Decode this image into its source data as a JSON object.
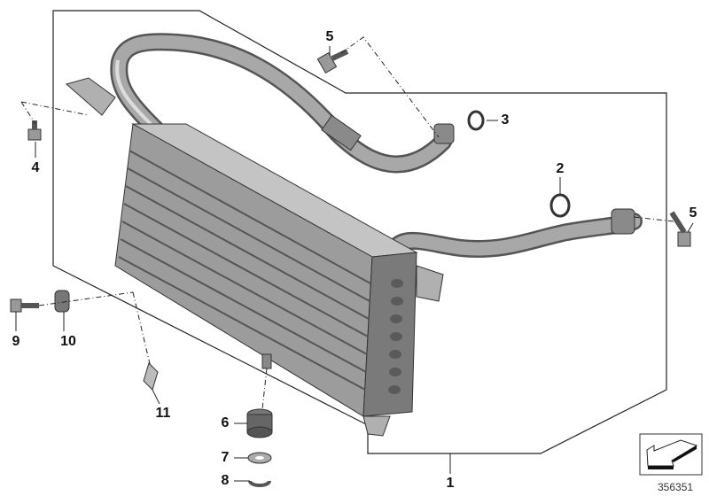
{
  "callouts": [
    {
      "id": "1",
      "text": "1"
    },
    {
      "id": "2",
      "text": "2"
    },
    {
      "id": "3",
      "text": "3"
    },
    {
      "id": "4",
      "text": "4"
    },
    {
      "id": "5a",
      "text": "5"
    },
    {
      "id": "5b",
      "text": "5"
    },
    {
      "id": "6",
      "text": "6"
    },
    {
      "id": "7",
      "text": "7"
    },
    {
      "id": "8",
      "text": "8"
    },
    {
      "id": "9",
      "text": "9"
    },
    {
      "id": "10",
      "text": "10"
    },
    {
      "id": "11",
      "text": "11"
    }
  ],
  "diagram_code": "356351",
  "colors": {
    "part": "#9a9a9a",
    "part_dark": "#6e6e6e",
    "part_light": "#c8c8c8",
    "line": "#222222"
  }
}
